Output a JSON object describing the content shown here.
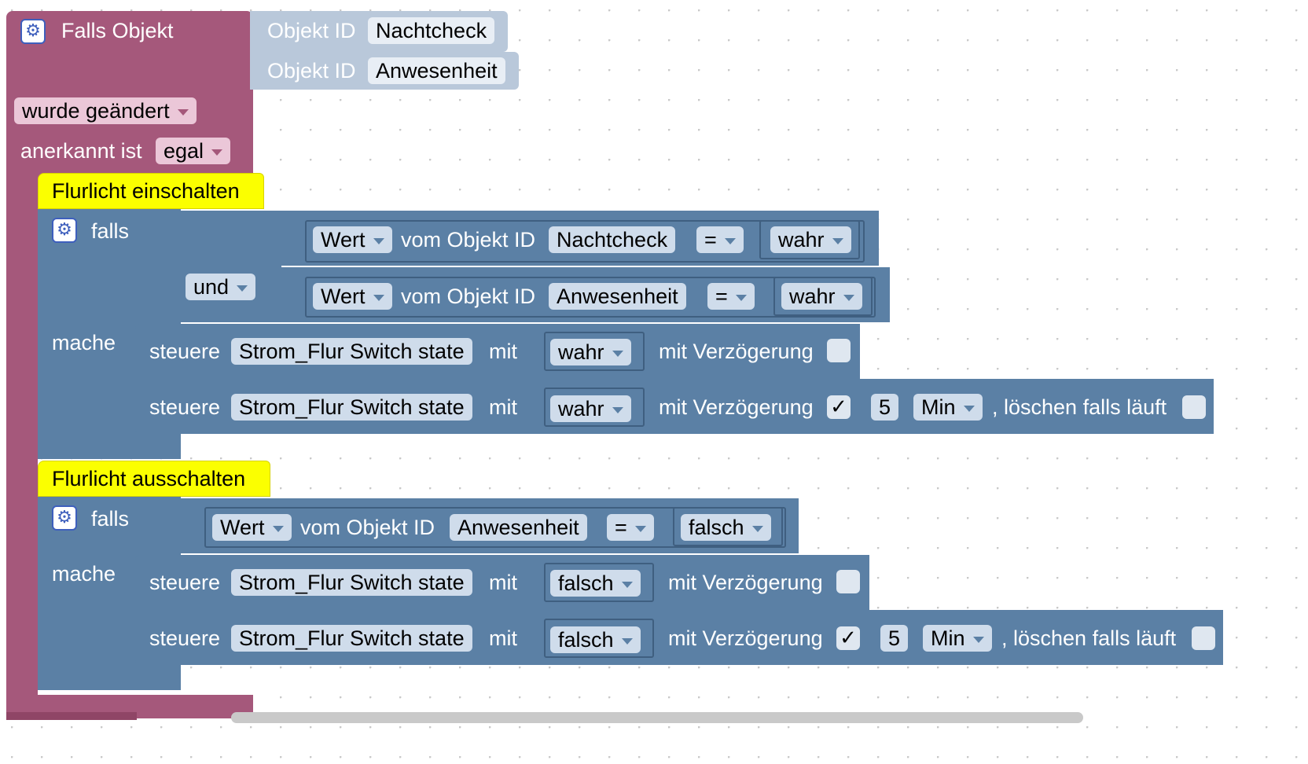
{
  "event_block": {
    "title": "Falls Objekt",
    "object_label": "Objekt ID",
    "objects": [
      "Nachtcheck",
      "Anwesenheit"
    ],
    "condition": "wurde geändert",
    "ack_label": "anerkannt ist",
    "ack_value": "egal"
  },
  "comment_on": "Flurlicht einschalten",
  "comment_off": "Flurlicht ausschalten",
  "labels": {
    "if": "falls",
    "do": "mache",
    "and": "und",
    "value": "Wert",
    "of_object": "vom Objekt ID",
    "equals": "=",
    "control": "steuere",
    "with": "mit",
    "with_delay": "mit Verzögerung",
    "clear_running": ", löschen falls läuft",
    "min": "Min"
  },
  "on_section": {
    "cond1_object": "Nachtcheck",
    "cond1_value": "wahr",
    "cond2_object": "Anwesenheit",
    "cond2_value": "wahr",
    "action1": {
      "target": "Strom_Flur Switch state",
      "value": "wahr",
      "delay_checked": false
    },
    "action2": {
      "target": "Strom_Flur Switch state",
      "value": "wahr",
      "delay_checked": true,
      "delay": "5",
      "check_mark": "✓"
    }
  },
  "off_section": {
    "cond1_object": "Anwesenheit",
    "cond1_value": "falsch",
    "action1": {
      "target": "Strom_Flur Switch state",
      "value": "falsch",
      "delay_checked": false
    },
    "action2": {
      "target": "Strom_Flur Switch state",
      "value": "falsch",
      "delay_checked": true,
      "delay": "5",
      "check_mark": "✓"
    }
  },
  "colors": {
    "event": "#a5587b",
    "logic": "#5b80a5",
    "object": "#b9c8da",
    "comment": "#fbff00"
  }
}
